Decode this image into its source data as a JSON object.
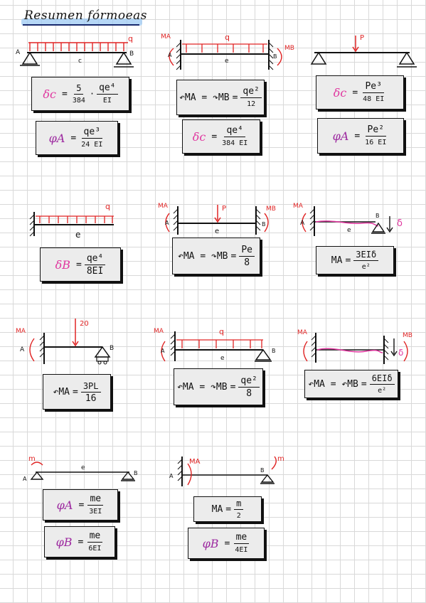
{
  "title": "Resumen fórmoeas",
  "labels": {
    "A": "A",
    "B": "B",
    "c": "c",
    "l": "e",
    "q": "q",
    "P": "P",
    "MA": "MA",
    "MB": "MB",
    "m": "m",
    "delta": "δ",
    "force20": "20"
  },
  "formulas": {
    "c1_deflection": {
      "symbol": "δc",
      "eq": "=",
      "f1_num": "5",
      "f1_den": "384",
      "mul": "·",
      "f2_num": "qe⁴",
      "f2_den": "EI"
    },
    "c1_rotation": {
      "symbol": "φA",
      "eq": "=",
      "num": "qe³",
      "den": "24 EI"
    },
    "c2_moments": {
      "lhs": "↶MA = ↷MB",
      "eq": "=",
      "num": "qe²",
      "den": "12"
    },
    "c2_deflection": {
      "symbol": "δc",
      "eq": "=",
      "num": "qe⁴",
      "den": "384 EI"
    },
    "c3_deflection": {
      "symbol": "δc",
      "eq": "=",
      "num": "Pe³",
      "den": "48 EI"
    },
    "c3_rotation": {
      "symbol": "φA",
      "eq": "=",
      "num": "Pe²",
      "den": "16 EI"
    },
    "c4_deflection": {
      "symbol": "δB",
      "eq": "=",
      "num": "qe⁴",
      "den": "8EI"
    },
    "c5_moments": {
      "lhs": "↶MA = ↷MB",
      "eq": "=",
      "num": "Pe",
      "den": "8"
    },
    "c6_moment": {
      "lhs": "MA",
      "eq": "=",
      "num": "3EIδ",
      "den": "e²"
    },
    "c7_moment": {
      "lhs": "↶MA",
      "eq": "=",
      "num": "3PL",
      "den": "16"
    },
    "c8_moments": {
      "lhs": "↶MA = ↷MB",
      "eq": "=",
      "num": "qe²",
      "den": "8"
    },
    "c9_moments": {
      "lhs": "↶MA = ↶MB",
      "eq": "=",
      "num": "6EIδ",
      "den": "e²"
    },
    "c10_rotA": {
      "symbol": "φA",
      "eq": "=",
      "num": "me",
      "den": "3EI"
    },
    "c10_rotB": {
      "symbol": "φB",
      "eq": "=",
      "num": "me",
      "den": "6EI"
    },
    "c11_moment": {
      "lhs": "MA",
      "eq": "=",
      "num": "m",
      "den": "2"
    },
    "c11_rotB": {
      "symbol": "φB",
      "eq": "=",
      "num": "me",
      "den": "4EI"
    }
  },
  "colors": {
    "red": "#e02424",
    "pink": "#e0369f",
    "purple": "#9d2aa0",
    "ink": "#111111",
    "box": "#ececec"
  }
}
